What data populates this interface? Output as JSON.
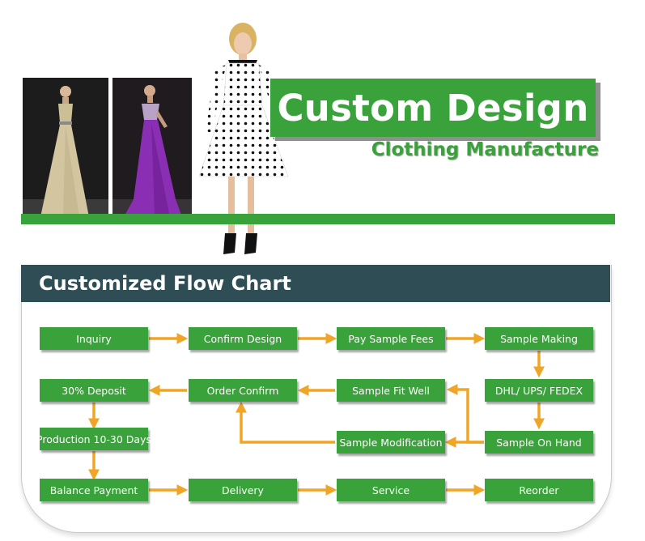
{
  "banner": {
    "title": "Custom Design",
    "subtitle": "Clothing Manufacture"
  },
  "flow_chart": {
    "title": "Customized Flow Chart",
    "nodes": {
      "inquiry": "Inquiry",
      "confirm_design": "Confirm Design",
      "pay_sample_fees": "Pay Sample Fees",
      "sample_making": "Sample Making",
      "deposit": "30% Deposit",
      "order_confirm": "Order Confirm",
      "sample_fit_well": "Sample Fit Well",
      "shipping": "DHL/ UPS/ FEDEX",
      "production": "Production 10-30 Days",
      "sample_modification": "Sample Modification",
      "sample_on_hand": "Sample On Hand",
      "balance_payment": "Balance Payment",
      "delivery": "Delivery",
      "service": "Service",
      "reorder": "Reorder"
    }
  },
  "colors": {
    "green": "#3aa23a",
    "header": "#2e4d55",
    "arrow": "#f0a526"
  }
}
